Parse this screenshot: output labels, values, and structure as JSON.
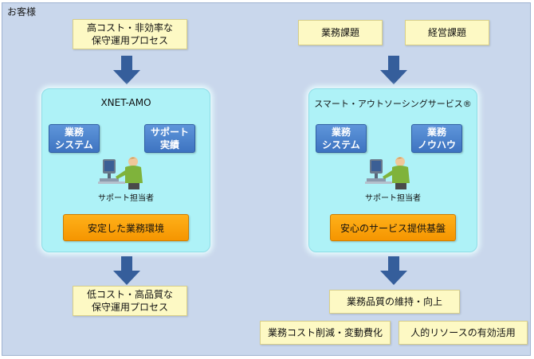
{
  "customer_label": "お客様",
  "left": {
    "top_note": "高コスト・非効率な\n保守運用プロセス",
    "panel_title": "XNET-AMO",
    "block_left": "業務\nシステム",
    "block_right": "サポート\n実績",
    "person_caption": "サポート担当者",
    "foundation": "安定した業務環境",
    "bottom_note": "低コスト・高品質な\n保守運用プロセス"
  },
  "right": {
    "top_note_1": "業務課題",
    "top_note_2": "経営課題",
    "panel_title": "スマート・アウトソーシングサービス®",
    "block_left": "業務\nシステム",
    "block_right": "業務\nノウハウ",
    "person_caption": "サポート担当者",
    "foundation": "安心のサービス提供基盤",
    "bottom_note_1": "業務品質の維持・向上",
    "bottom_note_2": "業務コスト削減・変動費化",
    "bottom_note_3": "人的リソースの有効活用"
  },
  "colors": {
    "background": "#c9d7ec",
    "note": "#fdf9c4",
    "panel": "#aef2f7",
    "block": "#4a80cc",
    "foundation": "#f9a20c",
    "arrow": "#355e9b"
  }
}
